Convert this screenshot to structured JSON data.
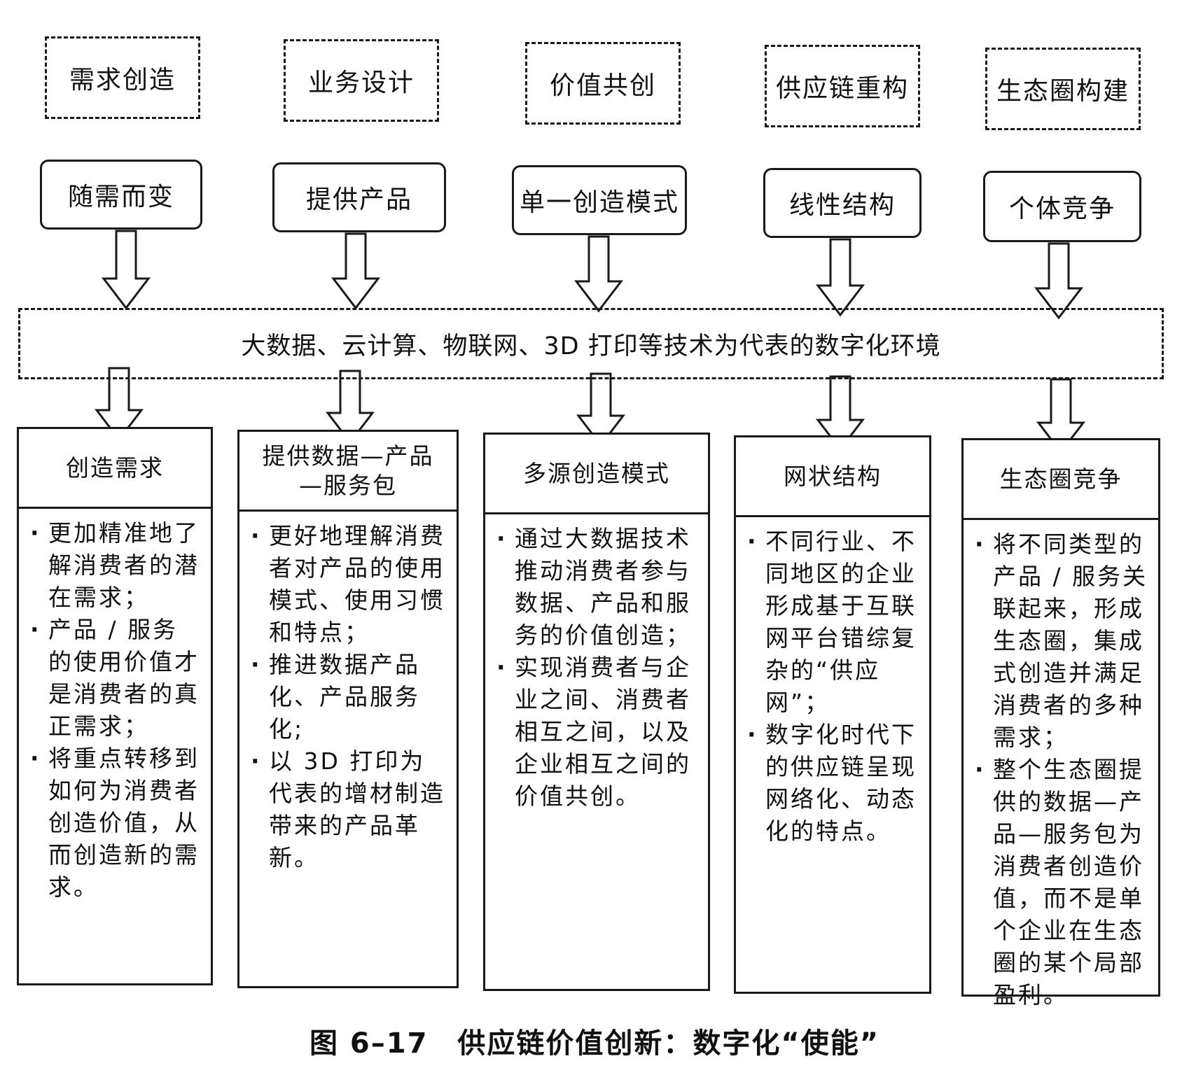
{
  "top_labels": [
    "需求创造",
    "业务设计",
    "价值共创",
    "供应链重构",
    "生态圈构建"
  ],
  "before_states": [
    "随需而变",
    "提供产品",
    "单一创造模式",
    "线性结构",
    "个体竞争"
  ],
  "environment": "大数据、云计算、物联网、3D 打印等技术为代表的数字化环境",
  "columns": [
    {
      "title": "创造需求",
      "bullets": [
        "更加精准地了解消费者的潜在需求；",
        "产品 / 服务的使用价值才是消费者的真正需求；",
        "将重点转移到如何为消费者创造价值，从而创造新的需求。"
      ]
    },
    {
      "title": "提供数据—产品—服务包",
      "bullets": [
        "更好地理解消费者对产品的使用模式、使用习惯和特点；",
        "推进数据产品化、产品服务化;",
        "以 3D 打印为代表的增材制造带来的产品革新。"
      ]
    },
    {
      "title": "多源创造模式",
      "bullets": [
        "通过大数据技术推动消费者参与数据、产品和服务的价值创造；",
        "实现消费者与企业之间、消费者相互之间，以及企业相互之间的价值共创。"
      ]
    },
    {
      "title": "网状结构",
      "bullets": [
        "不同行业、不同地区的企业形成基于互联网平台错综复杂的“供应网”；",
        "数字化时代下的供应链呈现网络化、动态化的特点。"
      ]
    },
    {
      "title": "生态圈竞争",
      "bullets": [
        "将不同类型的产品 / 服务关联起来，形成生态圈，集成式创造并满足消费者的多种需求；",
        "整个生态圈提供的数据—产品—服务包为消费者创造价值，而不是单个企业在生态圈的某个局部盈利。"
      ]
    }
  ],
  "caption": "图 6–17　供应链价值创新：数字化“使能”"
}
